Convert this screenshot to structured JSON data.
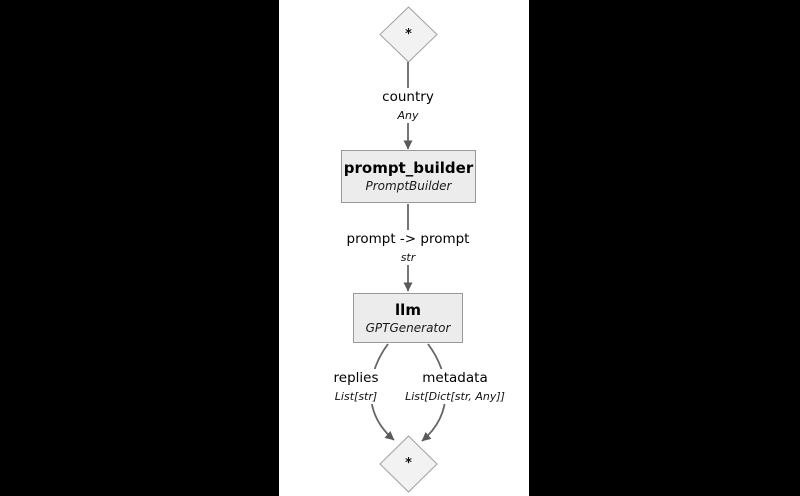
{
  "diagram": {
    "kind": "pipeline-flowchart",
    "colors": {
      "letterbox": "#000000",
      "canvas_background": "#ffffff",
      "node_fill": "#ececec",
      "node_border": "#999999",
      "diamond_fill": "#f2f2f2",
      "diamond_border": "#a0a0a0",
      "edge_line": "#666666",
      "arrowhead": "#5a5a5a",
      "text": "#000000"
    },
    "nodes": {
      "input": {
        "shape": "diamond",
        "symbol": "*"
      },
      "prompt_builder": {
        "title": "prompt_builder",
        "subtitle": "PromptBuilder"
      },
      "llm": {
        "title": "llm",
        "subtitle": "GPTGenerator"
      },
      "output": {
        "shape": "diamond",
        "symbol": "*"
      }
    },
    "edges": {
      "input_to_prompt_builder": {
        "label": "country",
        "type": "Any"
      },
      "prompt_builder_to_llm": {
        "label": "prompt -> prompt",
        "type": "str"
      },
      "llm_replies_to_output": {
        "label": "replies",
        "type": "List[str]"
      },
      "llm_metadata_to_output": {
        "label": "metadata",
        "type": "List[Dict[str, Any]]"
      }
    }
  }
}
